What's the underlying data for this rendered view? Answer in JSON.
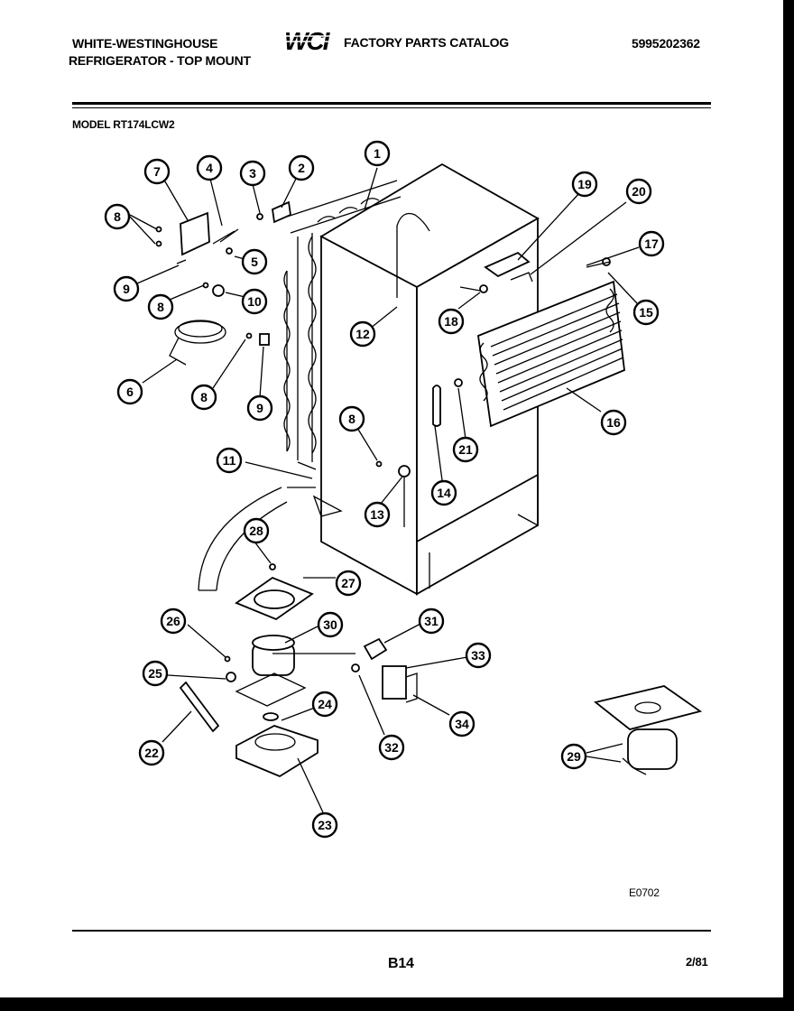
{
  "header": {
    "brand_line1": "WHITE-WESTINGHOUSE",
    "brand_line2": "REFRIGERATOR - TOP MOUNT",
    "logo_text": "WCI",
    "catalog_title": "FACTORY PARTS CATALOG",
    "catalog_number": "5995202362",
    "model_label": "MODEL RT174LCW2"
  },
  "diagram": {
    "drawing_code": "E0702",
    "callouts": [
      "1",
      "2",
      "3",
      "4",
      "5",
      "6",
      "7",
      "8",
      "8",
      "8",
      "8",
      "9",
      "9",
      "10",
      "11",
      "12",
      "13",
      "14",
      "15",
      "16",
      "17",
      "18",
      "19",
      "20",
      "21",
      "22",
      "23",
      "24",
      "25",
      "26",
      "27",
      "28",
      "29",
      "30",
      "31",
      "32",
      "33",
      "34"
    ]
  },
  "footer": {
    "page_code": "B14",
    "date": "2/81"
  }
}
